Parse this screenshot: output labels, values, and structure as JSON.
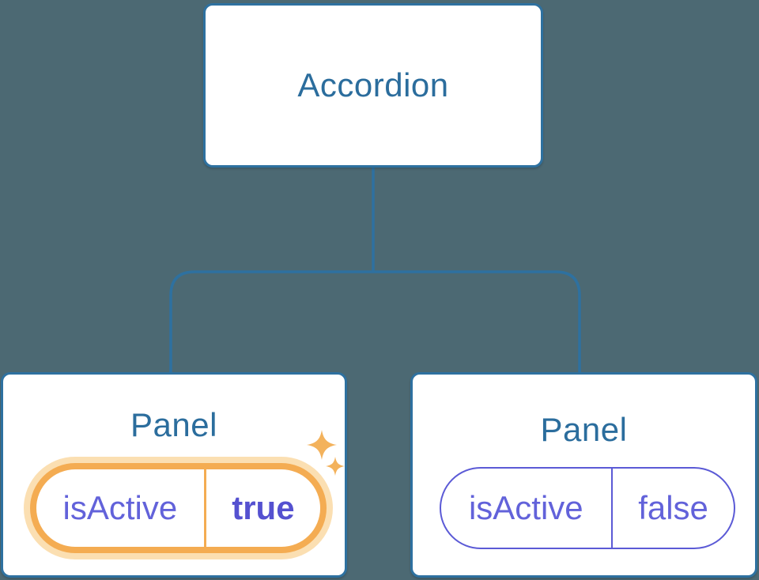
{
  "diagram": {
    "root": {
      "label": "Accordion"
    },
    "panels": [
      {
        "title": "Panel",
        "state_key": "isActive",
        "state_value": "true",
        "highlighted": true
      },
      {
        "title": "Panel",
        "state_key": "isActive",
        "state_value": "false",
        "highlighted": false
      }
    ],
    "icons": {
      "sparkles": "sparkles-icon"
    },
    "colors": {
      "background": "#4C6973",
      "node_border": "#2E71A0",
      "node_fill": "#FFFFFF",
      "title_text": "#2B6D9D",
      "state_text": "#6262DA",
      "state_text_bold": "#5551D0",
      "state_border_inactive": "#5B5AD6",
      "highlight_orange": "#F4AC52",
      "highlight_glow": "#FBDFB2",
      "sparkle": "#F3B25C"
    }
  }
}
